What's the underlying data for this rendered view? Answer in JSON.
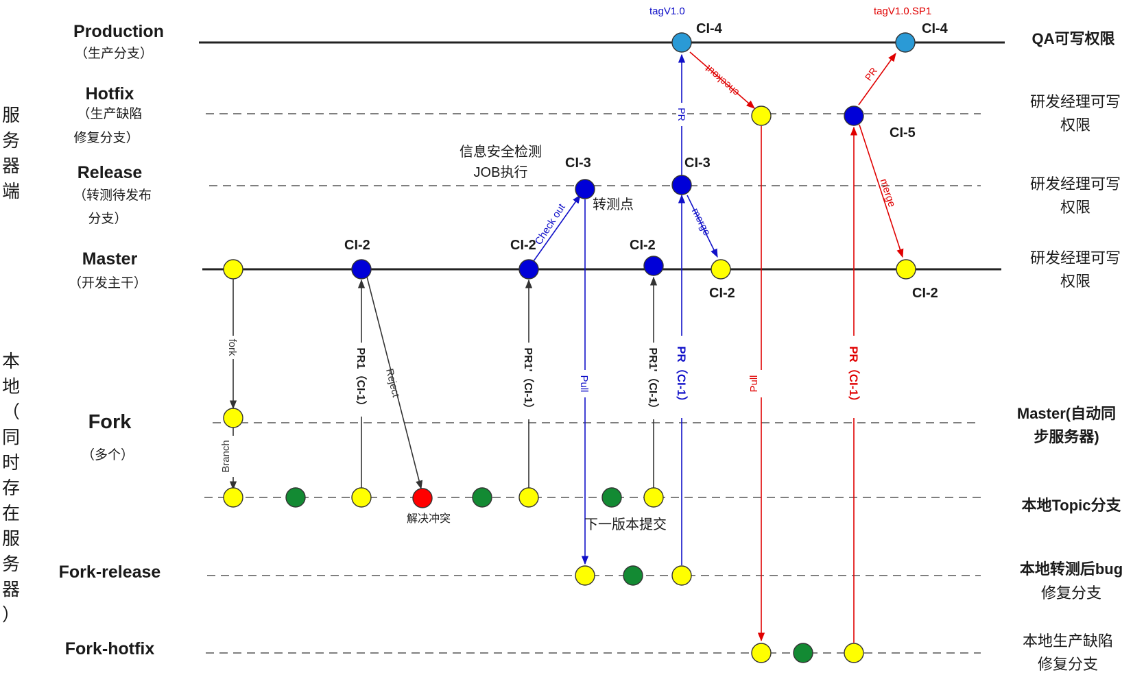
{
  "side_labels": {
    "server": [
      "服",
      "务",
      "器",
      "端"
    ],
    "local": [
      "本",
      "地",
      "（",
      "同",
      "时",
      "存",
      "在",
      "服",
      "务",
      "器",
      "）"
    ]
  },
  "branches": {
    "production": {
      "name": "Production",
      "desc": [
        "（生产分支）"
      ],
      "perm": [
        "QA可写权限"
      ]
    },
    "hotfix": {
      "name": "Hotfix",
      "desc": [
        "（生产缺陷",
        "修复分支）"
      ],
      "perm": [
        "研发经理可写",
        "权限"
      ]
    },
    "release": {
      "name": "Release",
      "desc": [
        "（转测待发布",
        "分支）"
      ],
      "perm": [
        "研发经理可写",
        "权限"
      ]
    },
    "master": {
      "name": "Master",
      "desc": [
        "（开发主干）"
      ],
      "perm": [
        "研发经理可写",
        "权限"
      ]
    },
    "fork": {
      "name": "Fork",
      "desc": [
        "（多个）"
      ],
      "perm": [
        "Master(自动同",
        "步服务器)"
      ]
    },
    "topic": {
      "perm": [
        "本地Topic分支"
      ]
    },
    "fork_release": {
      "name": "Fork-release",
      "perm": [
        "本地转测后bug",
        "修复分支"
      ]
    },
    "fork_hotfix": {
      "name": "Fork-hotfix",
      "perm": [
        "本地生产缺陷",
        "修复分支"
      ]
    }
  },
  "commit_labels": {
    "ci2_a": "CI-2",
    "ci2_b": "CI-2",
    "ci2_c": "CI-2",
    "ci2_d": "CI-2",
    "ci2_e": "CI-2",
    "ci3_a": "CI-3",
    "ci3_b": "CI-3",
    "ci4_a": "CI-4",
    "ci4_b": "CI-4",
    "ci5": "CI-5"
  },
  "tags": {
    "v1": "tagV1.0",
    "v1sp1": "tagV1.0.SP1"
  },
  "annotations": {
    "security_1": "信息安全检测",
    "security_2": "JOB执行",
    "test_point": "转测点",
    "resolve_conflict": "解决冲突",
    "next_version": "下一版本提交"
  },
  "arrow_labels": {
    "fork": "fork",
    "branch": "Branch",
    "reject": "Reject",
    "pr1_a": "PR1（CI-1）",
    "pr1_b": "PR1'（CI-1）",
    "pr1_c": "PR1'（CI-1）",
    "checkout": "Check out",
    "pull_blue": "Pull",
    "pr_blue_up": "PR",
    "pr_blue_main": "PR（CI-1）",
    "merge_blue": "merge",
    "checkout_red": "checkout",
    "pull_red": "Pull",
    "pr_red_main": "PR（CI-1）",
    "pr_red_up": "PR",
    "merge_red": "merge"
  },
  "colors": {
    "yellow": "#ffff00",
    "blue": "#0000d8",
    "sky": "#2a9ad6",
    "green": "#138a33",
    "red": "#ff0000",
    "flow_blue": "#1010c8",
    "flow_red": "#e00000",
    "flow_gray": "#333333"
  }
}
